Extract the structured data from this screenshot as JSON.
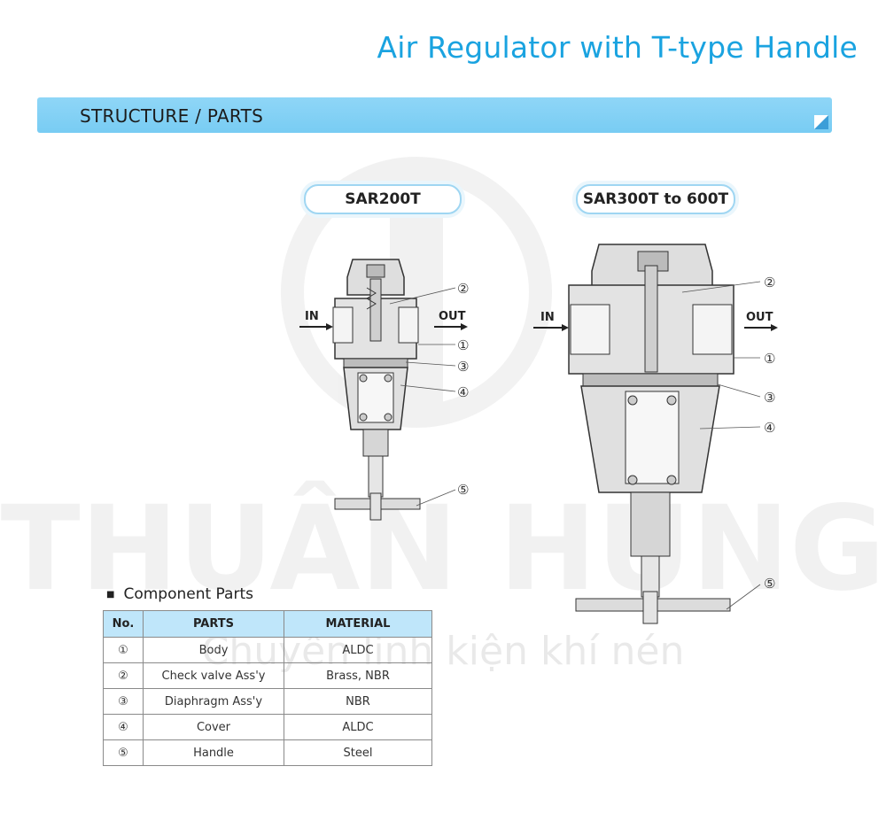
{
  "header": {
    "title": "Air Regulator with T-type Handle"
  },
  "section": {
    "label": "STRUCTURE / PARTS"
  },
  "models": [
    {
      "label": "SAR200T"
    },
    {
      "label": "SAR300T to 600T"
    }
  ],
  "callouts": {
    "in": "IN",
    "out": "OUT",
    "numbers": [
      "②",
      "①",
      "③",
      "④",
      "⑤"
    ]
  },
  "watermark": {
    "brand": "THUÂN HUNG",
    "tagline": "Chuyên linh kiện khí nén"
  },
  "component_parts": {
    "heading": "Component Parts",
    "columns": [
      "No.",
      "PARTS",
      "MATERIAL"
    ],
    "rows": [
      {
        "no": "①",
        "part": "Body",
        "material": "ALDC"
      },
      {
        "no": "②",
        "part": "Check valve Ass'y",
        "material": "Brass, NBR"
      },
      {
        "no": "③",
        "part": "Diaphragm Ass'y",
        "material": "NBR"
      },
      {
        "no": "④",
        "part": "Cover",
        "material": "ALDC"
      },
      {
        "no": "⑤",
        "part": "Handle",
        "material": "Steel"
      }
    ]
  },
  "colors": {
    "accent": "#1aa3e0",
    "bar": "#7fcff4",
    "table_header": "#bfe6fa"
  }
}
